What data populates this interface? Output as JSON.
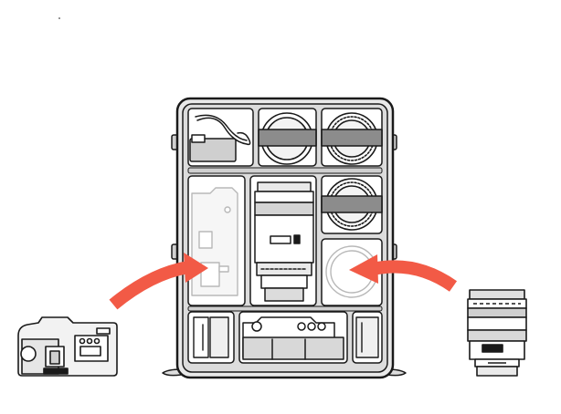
{
  "diagram": {
    "colors": {
      "outline": "#1a1a1a",
      "case_fill": "#efefef",
      "panel_fill": "#ffffff",
      "ghost_stroke": "#b8b8b8",
      "strap": "#8c8c8c",
      "arrow": "#f25a46"
    },
    "items": [
      {
        "name": "camera-case",
        "icon": "padded-camera-case"
      },
      {
        "name": "camera-body",
        "icon": "camera-body"
      },
      {
        "name": "lens",
        "icon": "zoom-lens"
      },
      {
        "name": "left-arrow",
        "icon": "curved-arrow"
      },
      {
        "name": "right-arrow",
        "icon": "curved-arrow"
      }
    ]
  }
}
